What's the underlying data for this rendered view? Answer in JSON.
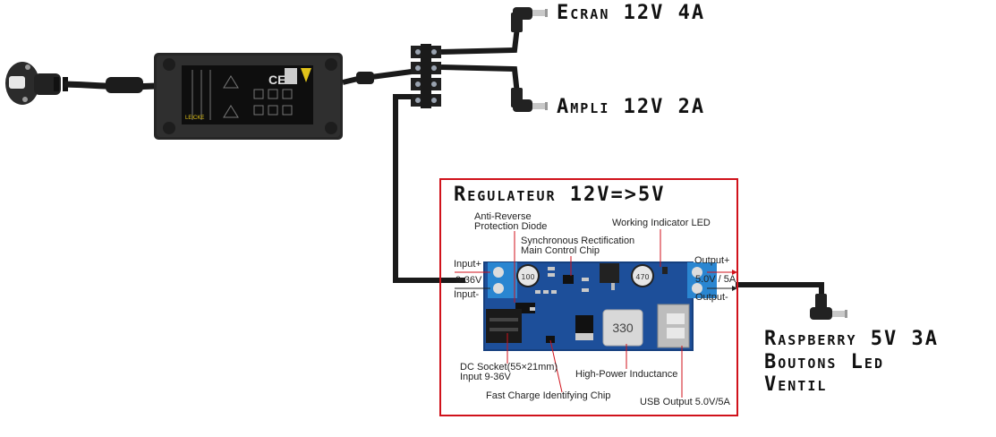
{
  "title": "Power distribution wiring diagram",
  "outputs": {
    "ecran": "Ecran  12V  4A",
    "ampli": "Ampli  12V  2A",
    "raspberry": "Raspberry  5V  3A",
    "boutons": "Boutons  Led",
    "ventil": "Ventil"
  },
  "regulator": {
    "title": "Regulateur  12V=>5V",
    "border_color": "#d0121b",
    "board_color": "#1d4f9a",
    "labels": {
      "anti_reverse": [
        "Anti-Reverse",
        "Protection Diode"
      ],
      "sync_rect": [
        "Synchronous Rectification",
        "Main Control Chip"
      ],
      "working_led": "Working Indicator LED",
      "input_plus": "Input+",
      "input_range": "9-36V",
      "input_minus": "Input-",
      "output_plus": "Output+",
      "output_value": "5.0V / 5A",
      "output_minus": "Output-",
      "dc_socket": [
        "DC Socket(55×21mm)",
        "Input 9-36V"
      ],
      "inductance": "High-Power Inductance",
      "fast_charge": "Fast Charge Identifying Chip",
      "usb_output": "USB Output 5.0V/5A",
      "inductor_marking": "330",
      "cap1_marking": "100",
      "cap2_marking": "470"
    }
  },
  "psu": {
    "brand_color": "#e0c21a"
  }
}
